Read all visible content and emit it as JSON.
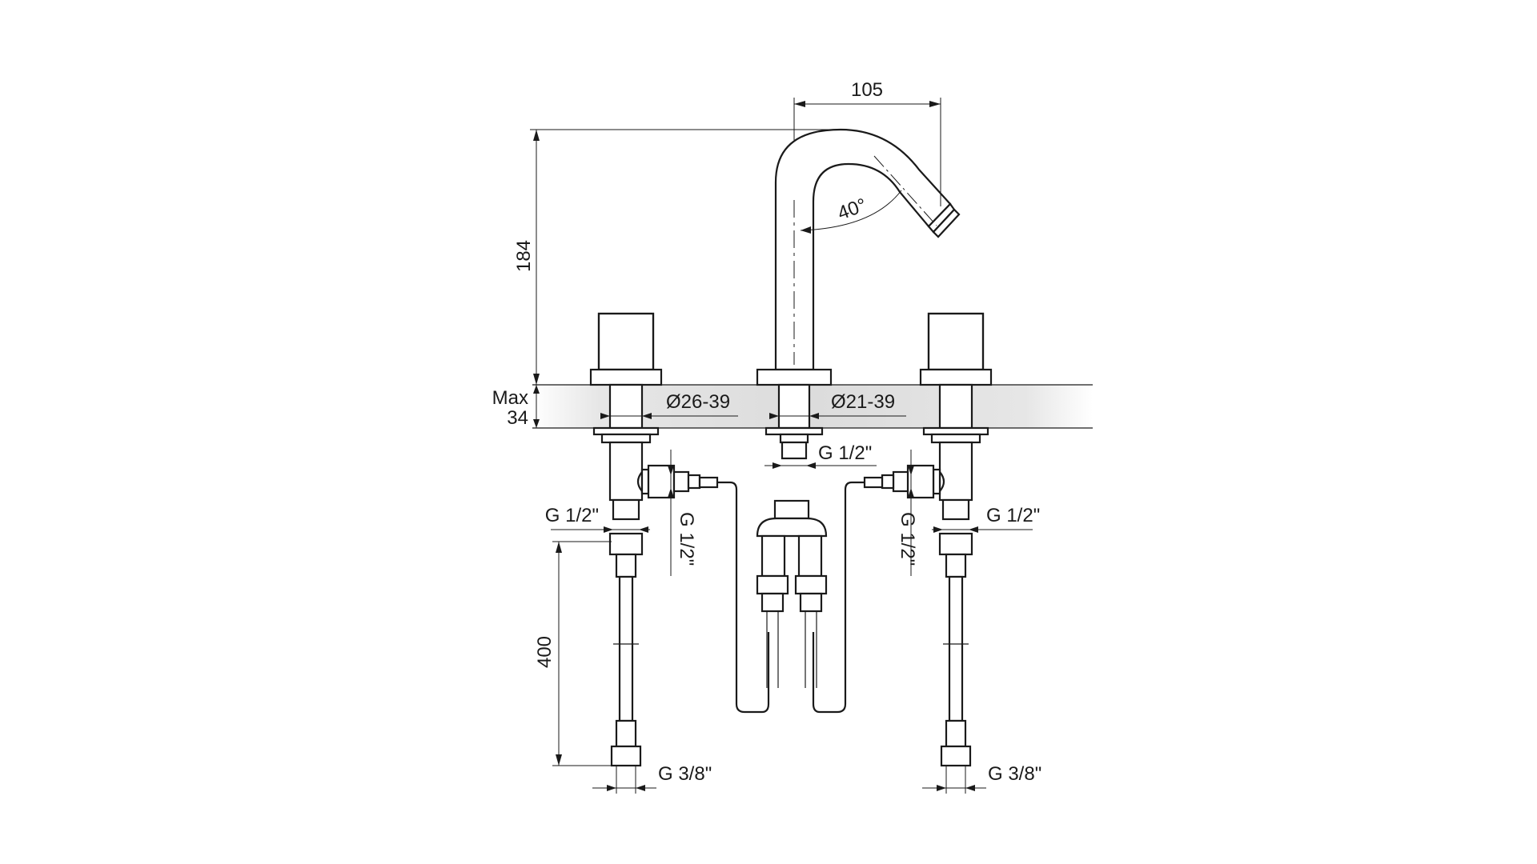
{
  "labels": {
    "width_spout": "105",
    "height_total": "184",
    "angle": "40°",
    "max_thickness_line1": "Max",
    "max_thickness_line2": "34",
    "hole_diameter_handle": "Ø26-39",
    "hole_diameter_spout": "Ø21-39",
    "spout_thread": "G 1/2\"",
    "left_outlet_thread": "G 1/2\"",
    "left_side_thread": "G 1/2\"",
    "right_side_thread": "G 1/2\"",
    "right_outlet_thread": "G 1/2\"",
    "hose_length": "400",
    "left_hose_end_thread": "G 3/8\"",
    "right_hose_end_thread": "G 3/8\""
  },
  "colors": {
    "line": "#1a1a1a",
    "countertop_gradient_edge": "#ffffff",
    "countertop_gradient_mid": "#d9d9d9"
  }
}
